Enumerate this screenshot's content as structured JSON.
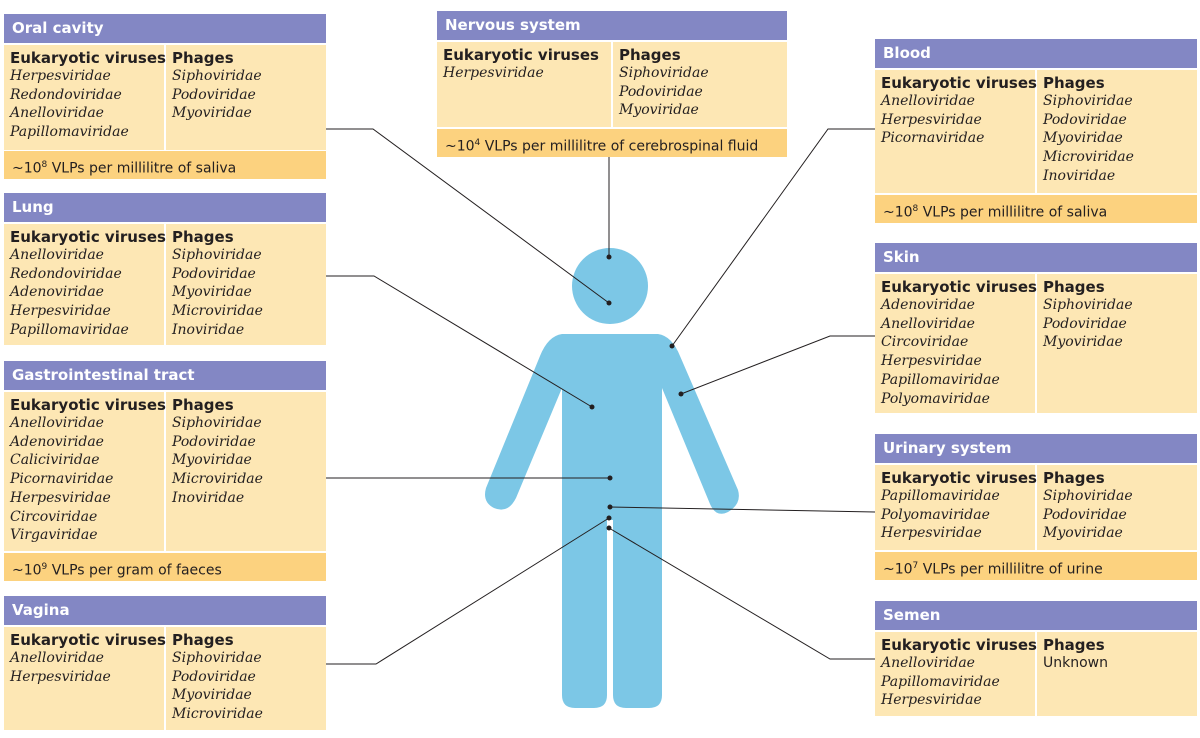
{
  "colors": {
    "header": "#8387c4",
    "cell": "#fde7b4",
    "footer": "#fcd27f",
    "body": "#7cc7e6",
    "line": "#231f20"
  },
  "panels": {
    "oral": {
      "title": "Oral cavity",
      "eukaryotic": {
        "heading": "Eukaryotic viruses",
        "items": [
          "Herpesviridae",
          "Redondoviridae",
          "Anelloviridae",
          "Papillomaviridae"
        ]
      },
      "phages": {
        "heading": "Phages",
        "items": [
          "Siphoviridae",
          "Podoviridae",
          "Myoviridae"
        ]
      },
      "footer": {
        "prefix": "~10",
        "exp": "8",
        "rest": " VLPs per millilitre of saliva"
      }
    },
    "lung": {
      "title": "Lung",
      "eukaryotic": {
        "heading": "Eukaryotic viruses",
        "items": [
          "Anelloviridae",
          "Redondoviridae",
          "Adenoviridae",
          "Herpesviridae",
          "Papillomaviridae"
        ]
      },
      "phages": {
        "heading": "Phages",
        "items": [
          "Siphoviridae",
          "Podoviridae",
          "Myoviridae",
          "Microviridae",
          "Inoviridae"
        ]
      }
    },
    "gi": {
      "title": "Gastrointestinal tract",
      "eukaryotic": {
        "heading": "Eukaryotic viruses",
        "items": [
          "Anelloviridae",
          "Adenoviridae",
          "Caliciviridae",
          "Picornaviridae",
          "Herpesviridae",
          "Circoviridae",
          "Virgaviridae"
        ]
      },
      "phages": {
        "heading": "Phages",
        "items": [
          "Siphoviridae",
          "Podoviridae",
          "Myoviridae",
          "Microviridae",
          "Inoviridae"
        ]
      },
      "footer": {
        "prefix": "~10",
        "exp": "9",
        "rest": " VLPs per gram of faeces"
      }
    },
    "vagina": {
      "title": "Vagina",
      "eukaryotic": {
        "heading": "Eukaryotic viruses",
        "items": [
          "Anelloviridae",
          "Herpesviridae"
        ]
      },
      "phages": {
        "heading": "Phages",
        "items": [
          "Siphoviridae",
          "Podoviridae",
          "Myoviridae",
          "Microviridae"
        ]
      }
    },
    "nervous": {
      "title": "Nervous system",
      "eukaryotic": {
        "heading": "Eukaryotic viruses",
        "items": [
          "Herpesviridae"
        ]
      },
      "phages": {
        "heading": "Phages",
        "items": [
          "Siphoviridae",
          "Podoviridae",
          "Myoviridae"
        ]
      },
      "footer": {
        "prefix": "~10",
        "exp": "4",
        "rest": " VLPs per millilitre of cerebrospinal fluid"
      }
    },
    "blood": {
      "title": "Blood",
      "eukaryotic": {
        "heading": "Eukaryotic viruses",
        "items": [
          "Anelloviridae",
          "Herpesviridae",
          "Picornaviridae"
        ]
      },
      "phages": {
        "heading": "Phages",
        "items": [
          "Siphoviridae",
          "Podoviridae",
          "Myoviridae",
          "Microviridae",
          "Inoviridae"
        ]
      },
      "footer": {
        "prefix": "~10",
        "exp": "8",
        "rest": " VLPs per millilitre of saliva"
      }
    },
    "skin": {
      "title": "Skin",
      "eukaryotic": {
        "heading": "Eukaryotic viruses",
        "items": [
          "Adenoviridae",
          "Anelloviridae",
          "Circoviridae",
          "Herpesviridae",
          "Papillomaviridae",
          "Polyomaviridae"
        ]
      },
      "phages": {
        "heading": "Phages",
        "items": [
          "Siphoviridae",
          "Podoviridae",
          "Myoviridae"
        ]
      }
    },
    "urinary": {
      "title": "Urinary system",
      "eukaryotic": {
        "heading": "Eukaryotic viruses",
        "items": [
          "Papillomaviridae",
          "Polyomaviridae",
          "Herpesviridae"
        ]
      },
      "phages": {
        "heading": "Phages",
        "items": [
          "Siphoviridae",
          "Podoviridae",
          "Myoviridae"
        ]
      },
      "footer": {
        "prefix": "~10",
        "exp": "7",
        "rest": " VLPs per millilitre of urine"
      }
    },
    "semen": {
      "title": "Semen",
      "eukaryotic": {
        "heading": "Eukaryotic viruses",
        "items": [
          "Anelloviridae",
          "Papillomaviridae",
          "Herpesviridae"
        ]
      },
      "phages": {
        "heading": "Phages",
        "items": [
          "Unknown"
        ],
        "plain": true
      }
    }
  }
}
